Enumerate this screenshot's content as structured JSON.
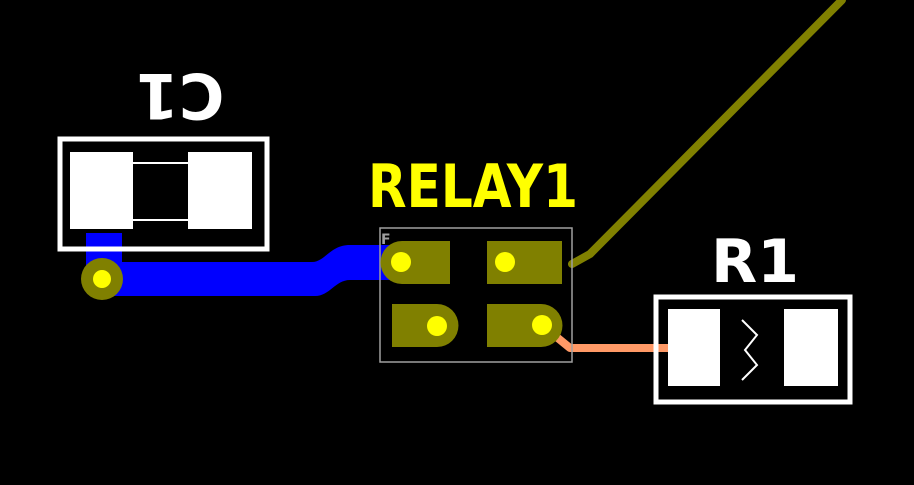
{
  "canvas": {
    "background_color": "#000000"
  },
  "colors": {
    "silkscreen_white": "#ffffff",
    "silkscreen_yellow": "#ffff00",
    "copper_olive": "#808000",
    "pad_white": "#ffffff",
    "via_yellow": "#ffff00",
    "trace_blue": "#0000ff",
    "trace_olive": "#808000",
    "trace_orange": "#ff9966",
    "courtyard_gray": "#a0a0a0"
  },
  "components": {
    "c1": {
      "designator": "C1",
      "mirrored": true
    },
    "relay1": {
      "designator": "RELAY1",
      "pin_one_marker": "F"
    },
    "r1": {
      "designator": "R1"
    }
  }
}
